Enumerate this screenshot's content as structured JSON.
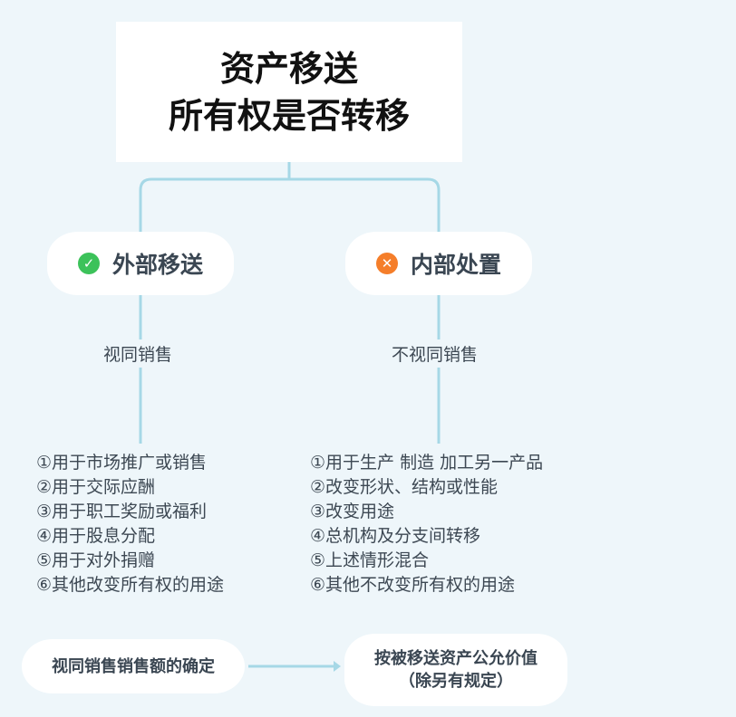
{
  "root": {
    "line1": "资产移送",
    "line2": "所有权是否转移"
  },
  "branches": [
    {
      "label": "外部移送",
      "icon": "check-icon",
      "icon_color": "#3cc25a",
      "connector_label": "视同销售",
      "items": [
        "①用于市场推广或销售",
        "②用于交际应酬",
        "③用于职工奖励或福利",
        "④用于股息分配",
        "⑤用于对外捐赠",
        "⑥其他改变所有权的用途"
      ]
    },
    {
      "label": "内部处置",
      "icon": "x-icon",
      "icon_color": "#f57e2a",
      "connector_label": "不视同销售",
      "items": [
        "①用于生产 制造 加工另一产品",
        "②改变形状、结构或性能",
        "③改变用途",
        "④总机构及分支间转移",
        "⑤上述情形混合",
        "⑥其他不改变所有权的用途"
      ]
    }
  ],
  "bottom": {
    "left": "视同销售销售额的确定",
    "right_line1": "按被移送资产公允价值",
    "right_line2": "（除另有规定）"
  },
  "colors": {
    "connector": "#a6d8e6",
    "background": "#eef6fa"
  }
}
